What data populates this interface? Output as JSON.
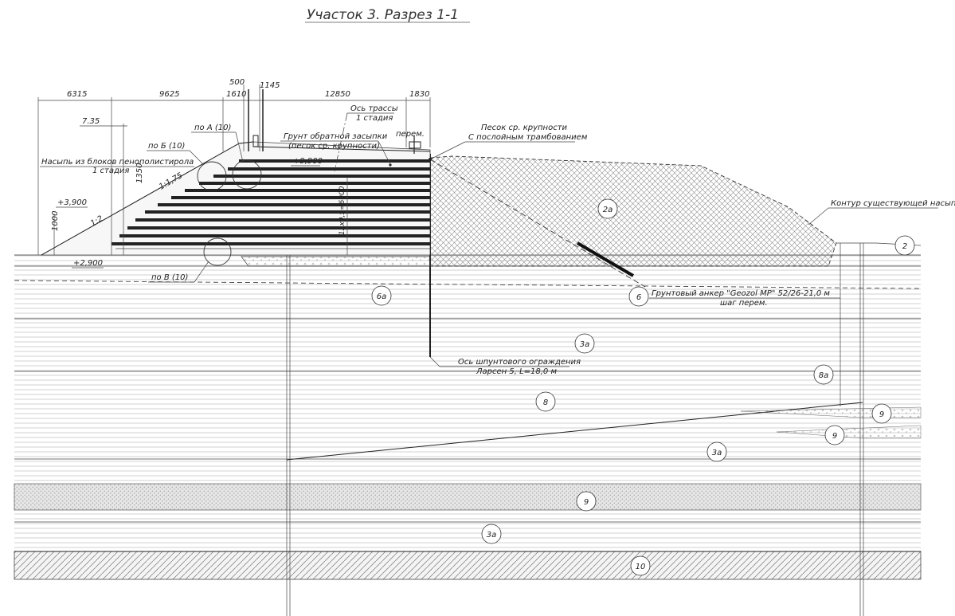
{
  "title": "Участок 3. Разрез 1-1",
  "dimensions": [
    "6315",
    "9625",
    "500",
    "1610",
    "1145",
    "12850",
    "1830",
    "7.35",
    "1350",
    "1000"
  ],
  "elevations": [
    "+9,900",
    "+3,900",
    "+2,900"
  ],
  "slopes": [
    "1:1,75",
    "1:2"
  ],
  "callouts": {
    "node_a": "по А (10)",
    "node_b": "по Б (10)",
    "node_v": "по В (10)",
    "foam_fill_1": "Насыпь из блоков пенополистирола",
    "foam_fill_2": "1 стадия",
    "axis_route_1": "Ось трассы",
    "axis_route_2": "1 стадия",
    "backfill_1": "Грунт обратной засыпки",
    "backfill_2": "(песок ср. крупности)",
    "var": "перем.",
    "sand_1": "Песок ср. крупности",
    "sand_2": "С послойным трамбованием",
    "block_dim": "12х0,5=6000",
    "existing": "Контур существующей насыпи",
    "anchor_1": "Грунтовый анкер \"Geozol MP\" 52/26-21,0 м",
    "anchor_2": "шаг перем.",
    "sheet_1": "Ось шпунтового ограждения",
    "sheet_2": "Ларсен 5, L=18,0 м"
  },
  "layers": [
    "2а",
    "2",
    "6а",
    "6",
    "3а",
    "8а",
    "8",
    "9",
    "9",
    "3а",
    "9",
    "3а",
    "10"
  ]
}
